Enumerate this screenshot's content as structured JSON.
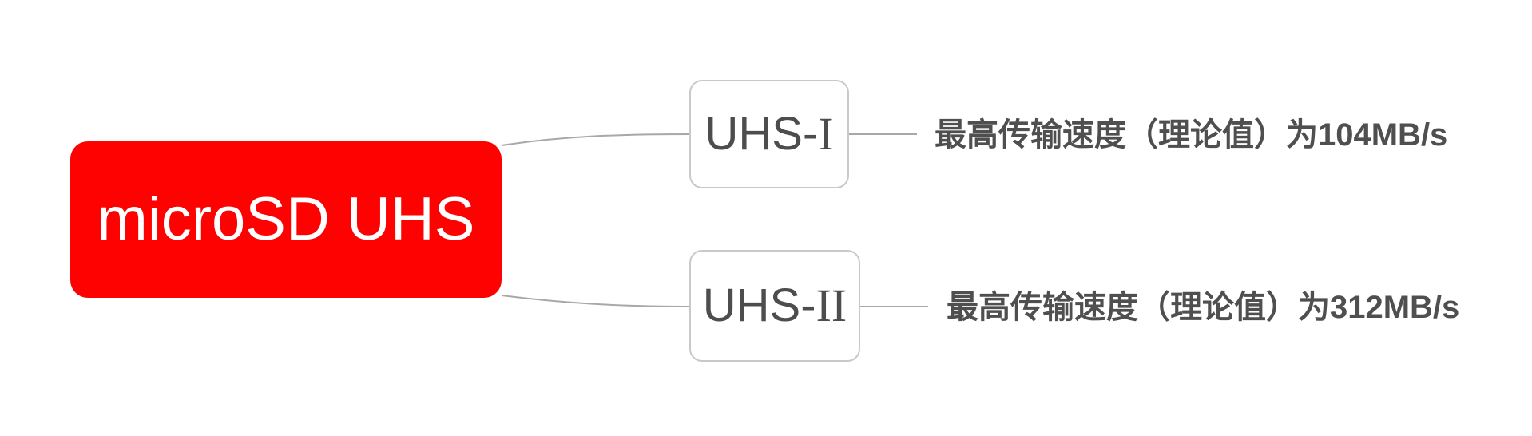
{
  "root_node": {
    "label": "microSD UHS"
  },
  "branches": [
    {
      "node_prefix": "UHS-",
      "node_numeral": "I",
      "detail": "最高传输速度（理论值）为104MB/s"
    },
    {
      "node_prefix": "UHS-",
      "node_numeral": "II",
      "detail": "最高传输速度（理论值）为312MB/s"
    }
  ],
  "colors": {
    "root_background": "#fe0202",
    "root_text": "#ffffff",
    "node_border": "#c9c9c9",
    "node_text": "#4d4d4d",
    "connector_line": "#a8a8a8",
    "detail_text": "#4f4f4f"
  }
}
